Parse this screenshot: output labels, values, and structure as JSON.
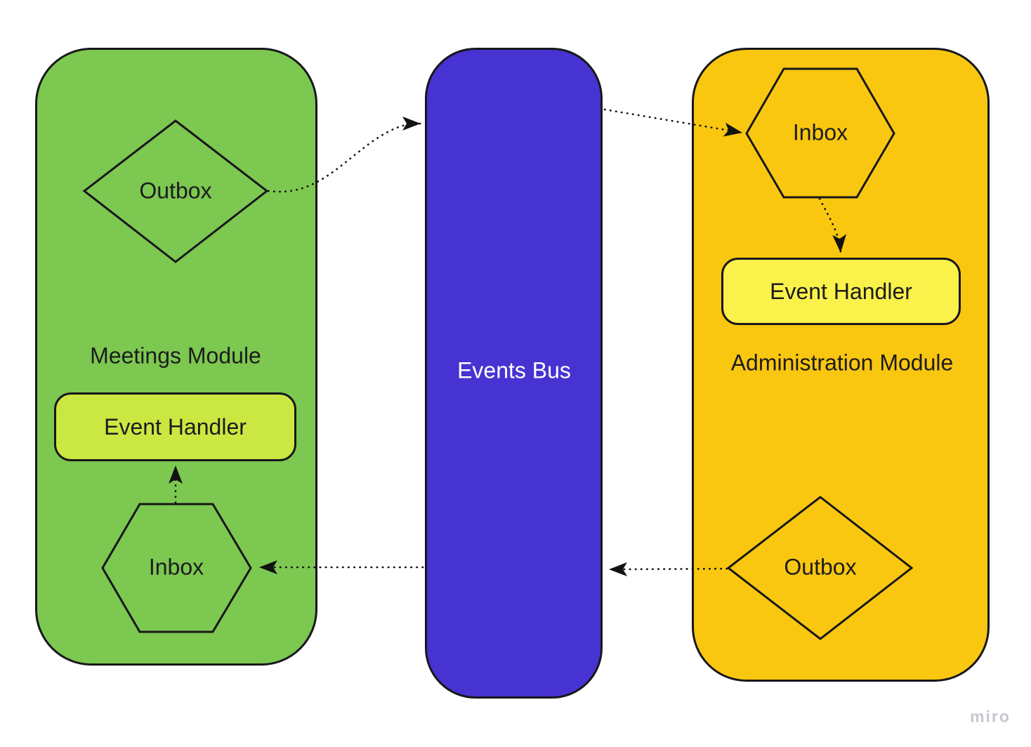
{
  "app": {
    "watermark": "miro"
  },
  "colors": {
    "background": "#ffffff",
    "outline": "#17171b",
    "text_dark": "#1c1c1e",
    "text_light": "#ffffff",
    "meetings_fill": "#7cc850",
    "meetings_handler_fill": "#cbe741",
    "events_bus_fill": "#4733d1",
    "administration_fill": "#fac710",
    "administration_handler_fill": "#faf14b",
    "watermark_color": "#c6c7d2"
  },
  "modules": {
    "meetings": {
      "title": "Meetings Module",
      "outbox": "Outbox",
      "inbox": "Inbox",
      "event_handler": "Event Handler"
    },
    "events_bus": {
      "title": "Events Bus"
    },
    "administration": {
      "title": "Administration Module",
      "inbox": "Inbox",
      "outbox": "Outbox",
      "event_handler": "Event Handler"
    }
  },
  "connections": [
    {
      "from": "meetings-outbox",
      "to": "events-bus",
      "style": "dotted-arrow"
    },
    {
      "from": "events-bus",
      "to": "administration-inbox",
      "style": "dotted-arrow"
    },
    {
      "from": "administration-inbox",
      "to": "administration-event-handler",
      "style": "dotted-arrow"
    },
    {
      "from": "administration-outbox",
      "to": "events-bus",
      "style": "dotted-arrow"
    },
    {
      "from": "events-bus",
      "to": "meetings-inbox",
      "style": "dotted-arrow"
    },
    {
      "from": "meetings-inbox",
      "to": "meetings-event-handler",
      "style": "dotted-arrow"
    }
  ]
}
